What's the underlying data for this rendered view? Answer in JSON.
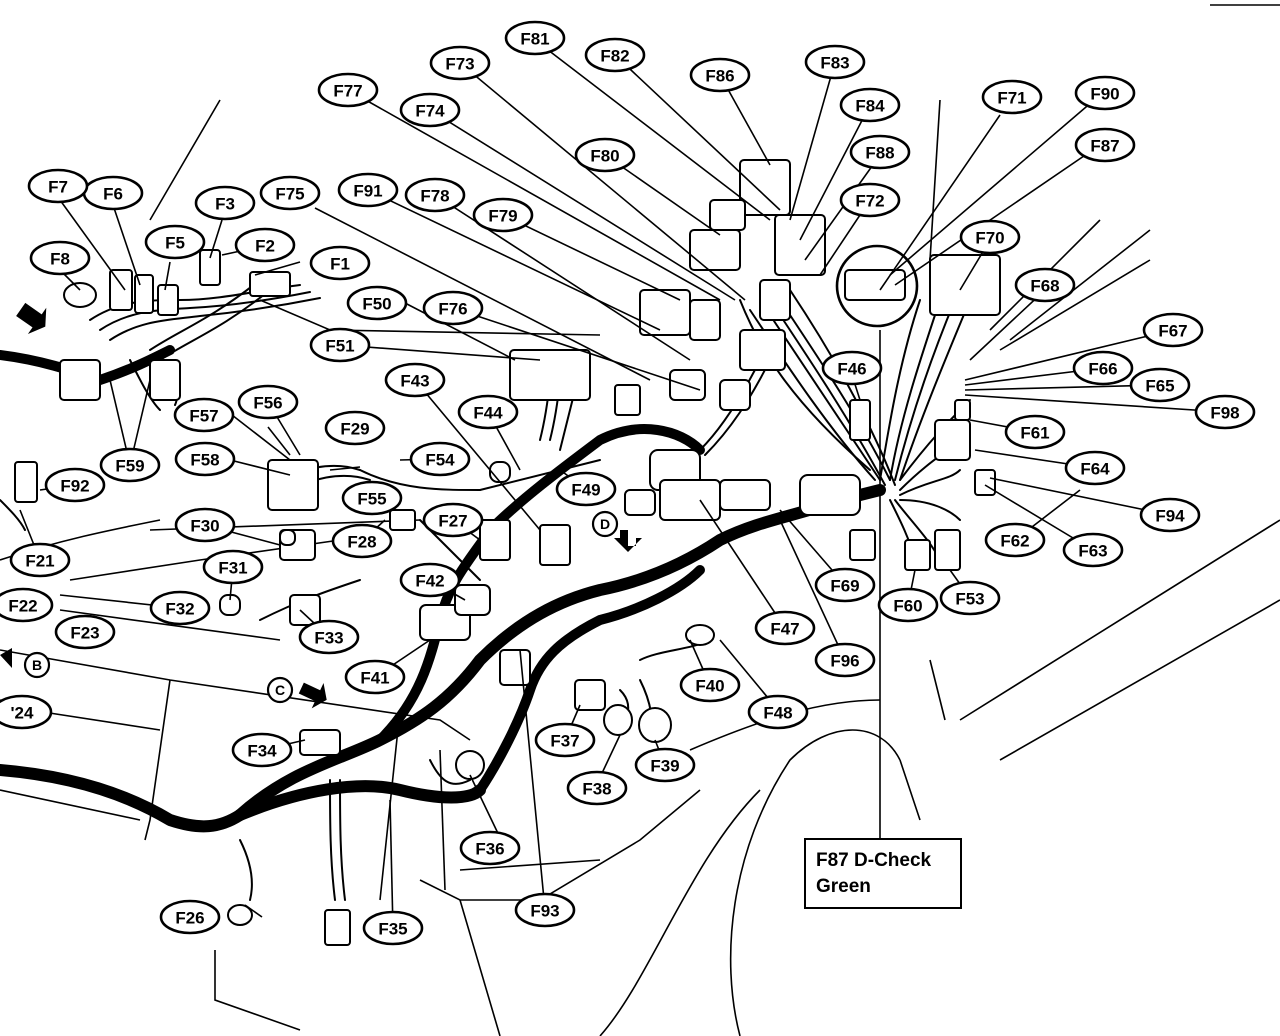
{
  "connectors": [
    {
      "id": "F1",
      "label": "F1"
    },
    {
      "id": "F2",
      "label": "F2"
    },
    {
      "id": "F3",
      "label": "F3"
    },
    {
      "id": "F5",
      "label": "F5"
    },
    {
      "id": "F6",
      "label": "F6"
    },
    {
      "id": "F7",
      "label": "F7"
    },
    {
      "id": "F8",
      "label": "F8"
    },
    {
      "id": "F21",
      "label": "F21"
    },
    {
      "id": "F22",
      "label": "F22"
    },
    {
      "id": "F23",
      "label": "F23"
    },
    {
      "id": "F24",
      "label": "'24"
    },
    {
      "id": "F26",
      "label": "F26"
    },
    {
      "id": "F27",
      "label": "F27"
    },
    {
      "id": "F28",
      "label": "F28"
    },
    {
      "id": "F29",
      "label": "F29"
    },
    {
      "id": "F30",
      "label": "F30"
    },
    {
      "id": "F31",
      "label": "F31"
    },
    {
      "id": "F32",
      "label": "F32"
    },
    {
      "id": "F33",
      "label": "F33"
    },
    {
      "id": "F34",
      "label": "F34"
    },
    {
      "id": "F35",
      "label": "F35"
    },
    {
      "id": "F36",
      "label": "F36"
    },
    {
      "id": "F37",
      "label": "F37"
    },
    {
      "id": "F38",
      "label": "F38"
    },
    {
      "id": "F39",
      "label": "F39"
    },
    {
      "id": "F40",
      "label": "F40"
    },
    {
      "id": "F41",
      "label": "F41"
    },
    {
      "id": "F42",
      "label": "F42"
    },
    {
      "id": "F43",
      "label": "F43"
    },
    {
      "id": "F44",
      "label": "F44"
    },
    {
      "id": "F46",
      "label": "F46"
    },
    {
      "id": "F47",
      "label": "F47"
    },
    {
      "id": "F48",
      "label": "F48"
    },
    {
      "id": "F49",
      "label": "F49"
    },
    {
      "id": "F50",
      "label": "F50"
    },
    {
      "id": "F51",
      "label": "F51"
    },
    {
      "id": "F53",
      "label": "F53"
    },
    {
      "id": "F54",
      "label": "F54"
    },
    {
      "id": "F55",
      "label": "F55"
    },
    {
      "id": "F56",
      "label": "F56"
    },
    {
      "id": "F57",
      "label": "F57"
    },
    {
      "id": "F58",
      "label": "F58"
    },
    {
      "id": "F59",
      "label": "F59"
    },
    {
      "id": "F60",
      "label": "F60"
    },
    {
      "id": "F61",
      "label": "F61"
    },
    {
      "id": "F62",
      "label": "F62"
    },
    {
      "id": "F63",
      "label": "F63"
    },
    {
      "id": "F64",
      "label": "F64"
    },
    {
      "id": "F65",
      "label": "F65"
    },
    {
      "id": "F66",
      "label": "F66"
    },
    {
      "id": "F67",
      "label": "F67"
    },
    {
      "id": "F68",
      "label": "F68"
    },
    {
      "id": "F69",
      "label": "F69"
    },
    {
      "id": "F70",
      "label": "F70"
    },
    {
      "id": "F71",
      "label": "F71"
    },
    {
      "id": "F72",
      "label": "F72"
    },
    {
      "id": "F73",
      "label": "F73"
    },
    {
      "id": "F74",
      "label": "F74"
    },
    {
      "id": "F75",
      "label": "F75"
    },
    {
      "id": "F76",
      "label": "F76"
    },
    {
      "id": "F77",
      "label": "F77"
    },
    {
      "id": "F78",
      "label": "F78"
    },
    {
      "id": "F79",
      "label": "F79"
    },
    {
      "id": "F80",
      "label": "F80"
    },
    {
      "id": "F81",
      "label": "F81"
    },
    {
      "id": "F82",
      "label": "F82"
    },
    {
      "id": "F83",
      "label": "F83"
    },
    {
      "id": "F84",
      "label": "F84"
    },
    {
      "id": "F86",
      "label": "F86"
    },
    {
      "id": "F87",
      "label": "F87"
    },
    {
      "id": "F88",
      "label": "F88"
    },
    {
      "id": "F90",
      "label": "F90"
    },
    {
      "id": "F91",
      "label": "F91"
    },
    {
      "id": "F92",
      "label": "F92"
    },
    {
      "id": "F93",
      "label": "F93"
    },
    {
      "id": "F94",
      "label": "F94"
    },
    {
      "id": "F96",
      "label": "F96"
    },
    {
      "id": "F98",
      "label": "F98"
    }
  ],
  "markers": [
    {
      "id": "B",
      "label": "B"
    },
    {
      "id": "C",
      "label": "C"
    },
    {
      "id": "D",
      "label": "D"
    }
  ],
  "callout": {
    "line1": "F87 D-Check",
    "line2": "Green"
  }
}
